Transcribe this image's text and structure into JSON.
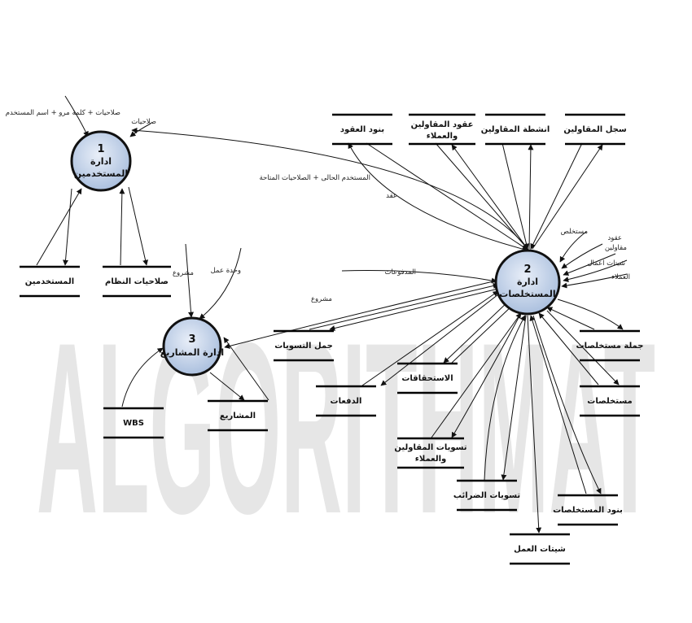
{
  "watermark": "ALGORITHMAT",
  "processes": [
    {
      "id": "p1",
      "number": "1",
      "line1": "ادارة",
      "line2": "المستخدمين"
    },
    {
      "id": "p2",
      "number": "2",
      "line1": "ادارة",
      "line2": "المستخلصات"
    },
    {
      "id": "p3",
      "number": "3",
      "line1": "ادارة المشاريع",
      "line2": ""
    }
  ],
  "stores": {
    "users": "المستخدمين",
    "perms": "صلاحيات النظام",
    "wbs": "WBS",
    "projects": "المشاريع",
    "settlements_sum": "جمل التسويات",
    "payments": "الدفعات",
    "dues": "الاستحقاقات",
    "contractor_settlements_1": "تسويات المقاولين",
    "contractor_settlements_2": "والعملاء",
    "tax_settlements": "تسويات الضرائب",
    "worksheets": "شيتات العمل",
    "invoice_items": "بنود المستخلصات",
    "invoices": "مستخلصات",
    "invoices_total": "جملة مستخلصات",
    "contract_items": "بنود العقود",
    "contractor_contracts_1": "عقود المقاولين",
    "contractor_contracts_2": "والعملاء",
    "contractor_activities": "انشطة المقاولين",
    "contractor_register": "سجل المقاولين"
  },
  "flows": {
    "login": "صلاحيات + كلمة مرو + اسم المستخدم",
    "perms": "صلاحيات",
    "current_user": "المستخدم الحالى + الصلاحيات المتاحة",
    "contract": "عقد",
    "payments_made": "المدفوعات",
    "project_to_invoices": "مشروع",
    "project_in": "مشروع",
    "work_unit": "وحدة عمل",
    "invoice_in": "مستخلص",
    "contracts_in": "عقود",
    "contractors_in": "مقاولين",
    "worksheets_in": "شيتات اعمال",
    "clients_in": "العملاء"
  }
}
